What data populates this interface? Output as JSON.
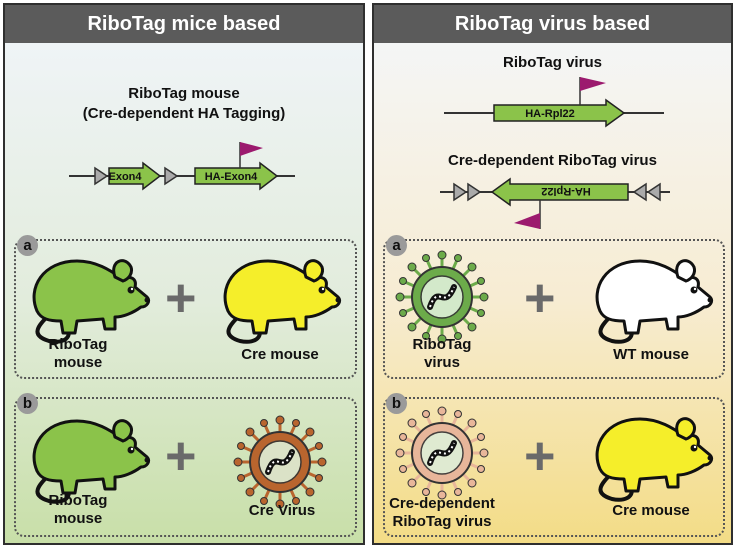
{
  "left_panel": {
    "title": "RiboTag mice based",
    "construct_title_line1": "RiboTag mouse",
    "construct_title_line2": "(Cre-dependent HA Tagging)",
    "gene_labels": [
      "Exon4",
      "HA-Exon4"
    ],
    "section_a": {
      "badge": "a",
      "left_label_line1": "RiboTag",
      "left_label_line2": "mouse",
      "right_label": "Cre mouse"
    },
    "section_b": {
      "badge": "b",
      "left_label_line1": "RiboTag",
      "left_label_line2": "mouse",
      "right_label": "Cre Virus"
    },
    "plus_symbol": "+"
  },
  "right_panel": {
    "title": "RiboTag virus based",
    "construct1_title": "RiboTag virus",
    "construct1_gene": "HA-Rpl22",
    "construct2_title": "Cre-dependent RiboTag virus",
    "construct2_gene": "HA-Rpl22",
    "section_a": {
      "badge": "a",
      "left_label_line1": "RiboTag",
      "left_label_line2": "virus",
      "right_label": "WT mouse"
    },
    "section_b": {
      "badge": "b",
      "left_label_line1": "Cre-dependent",
      "left_label_line2": "RiboTag virus",
      "right_label": "Cre mouse"
    },
    "plus_symbol": "+"
  },
  "colors": {
    "header_bg": "#5b5b5b",
    "gene_green": "#8bc34a",
    "flag_magenta": "#9c1a6e",
    "mouse_green": "#8bc34a",
    "mouse_yellow": "#f5ee2a",
    "mouse_white": "#ffffff",
    "virus_green": "#6cab4a",
    "virus_brown": "#b9652e",
    "virus_pink": "#e8b69a"
  }
}
